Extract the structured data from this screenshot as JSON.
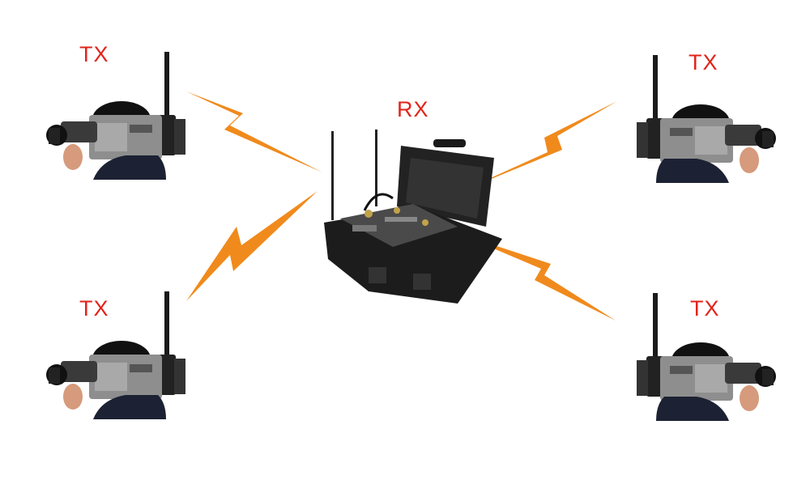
{
  "nodes": {
    "tx_top_left": {
      "label": "TX"
    },
    "tx_top_right": {
      "label": "TX"
    },
    "tx_bottom_left": {
      "label": "TX"
    },
    "tx_bottom_right": {
      "label": "TX"
    },
    "rx_center": {
      "label": "RX"
    }
  },
  "colors": {
    "label": "#e2231a",
    "link": "#f08a1c"
  },
  "icons": {
    "transmitter": "camera-with-antenna-icon",
    "receiver": "portable-receiver-case-icon",
    "link": "lightning-link-icon"
  }
}
